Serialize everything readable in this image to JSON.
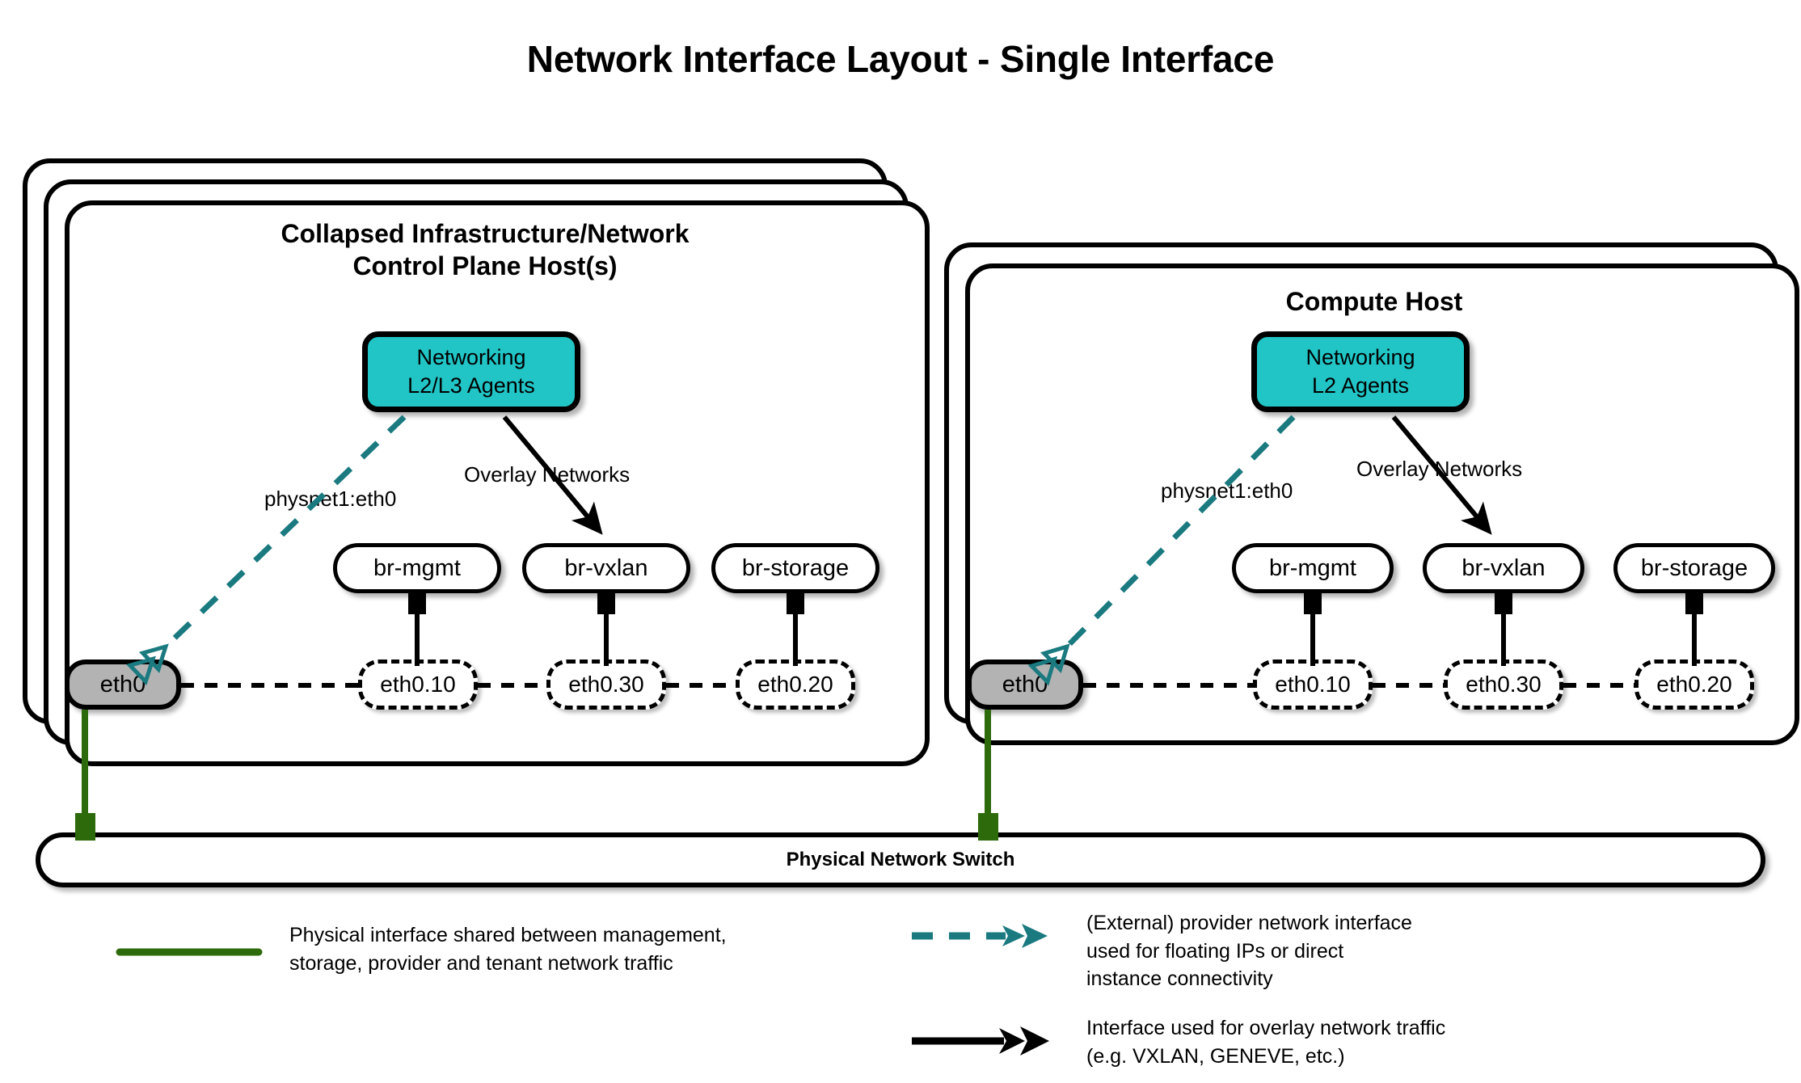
{
  "title": "Network Interface Layout - Single Interface",
  "colors": {
    "agent_fill": "#22c5c6",
    "eth0_fill": "#b3b3b3",
    "provider_teal": "#1a7a80",
    "physical_green": "#2d6a0b",
    "outline": "#000000"
  },
  "hosts": [
    {
      "id": "control-plane",
      "title": "Collapsed Infrastructure/Network\nControl Plane Host(s)",
      "title_line1": "Collapsed Infrastructure/Network",
      "title_line2": "Control Plane Host(s)",
      "stack_count": 3,
      "agents": {
        "line1": "Networking",
        "line2": "L2/L3 Agents"
      },
      "provider_label": "physnet1:eth0",
      "overlay_label": "Overlay Networks",
      "physical_nic": "eth0",
      "bridges": [
        "br-mgmt",
        "br-vxlan",
        "br-storage"
      ],
      "vlans": [
        "eth0.10",
        "eth0.30",
        "eth0.20"
      ]
    },
    {
      "id": "compute",
      "title": "Compute Host",
      "title_line1": "Compute Host",
      "title_line2": "",
      "stack_count": 2,
      "agents": {
        "line1": "Networking",
        "line2": "L2 Agents"
      },
      "provider_label": "physnet1:eth0",
      "overlay_label": "Overlay Networks",
      "physical_nic": "eth0",
      "bridges": [
        "br-mgmt",
        "br-vxlan",
        "br-storage"
      ],
      "vlans": [
        "eth0.10",
        "eth0.30",
        "eth0.20"
      ]
    }
  ],
  "switch": {
    "label": "Physical Network Switch"
  },
  "legend": [
    {
      "id": "physical",
      "glyph": "solid-green-line",
      "text": "Physical interface shared between management,\nstorage, provider and tenant network traffic"
    },
    {
      "id": "provider",
      "glyph": "teal-dashed-double-arrow",
      "text": "(External) provider network interface\nused for floating IPs or direct\ninstance connectivity"
    },
    {
      "id": "overlay",
      "glyph": "black-solid-arrow",
      "text": "Interface used for overlay network traffic\n(e.g. VXLAN, GENEVE, etc.)"
    }
  ]
}
